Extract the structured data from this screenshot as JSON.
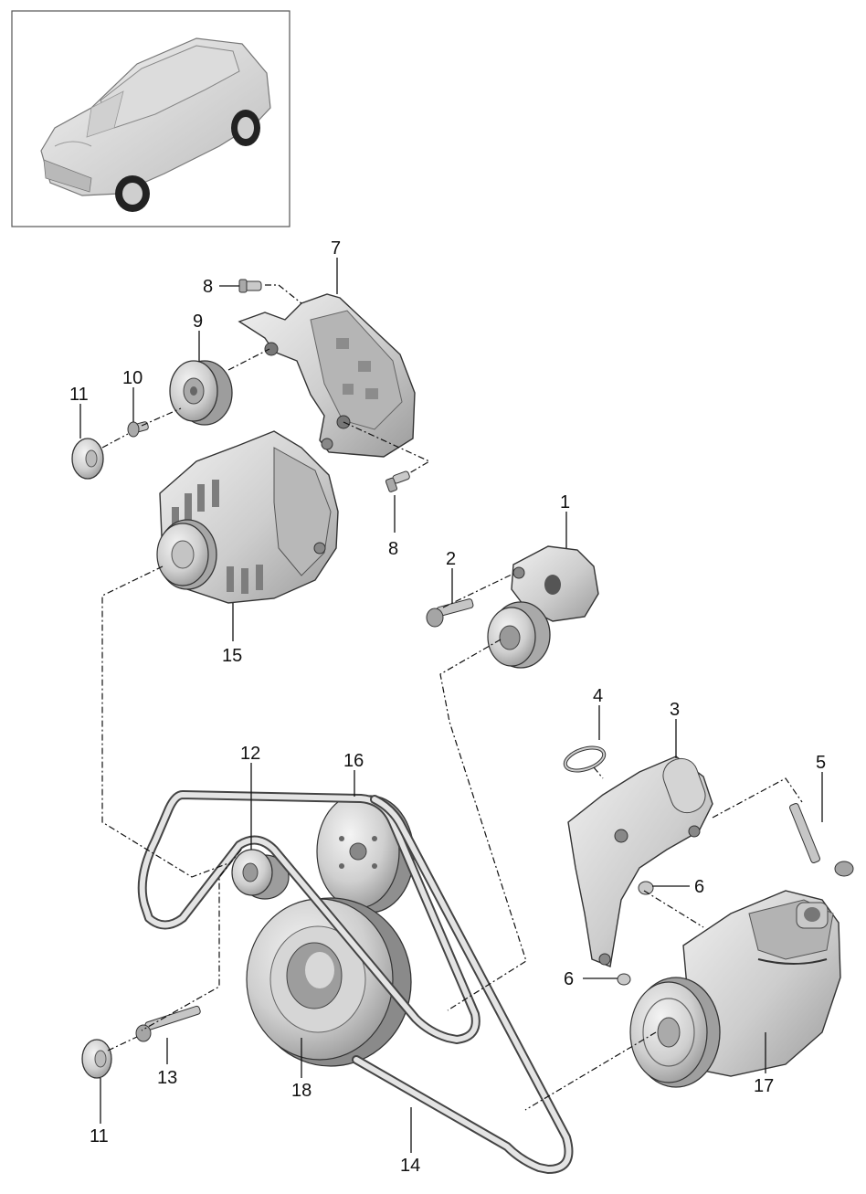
{
  "diagram": {
    "callouts": [
      {
        "id": "c7",
        "text": "7"
      },
      {
        "id": "c8a",
        "text": "8"
      },
      {
        "id": "c9",
        "text": "9"
      },
      {
        "id": "c10",
        "text": "10"
      },
      {
        "id": "c11a",
        "text": "11"
      },
      {
        "id": "c8b",
        "text": "8"
      },
      {
        "id": "c1",
        "text": "1"
      },
      {
        "id": "c2",
        "text": "2"
      },
      {
        "id": "c15",
        "text": "15"
      },
      {
        "id": "c4",
        "text": "4"
      },
      {
        "id": "c3",
        "text": "3"
      },
      {
        "id": "c5",
        "text": "5"
      },
      {
        "id": "c12",
        "text": "12"
      },
      {
        "id": "c16",
        "text": "16"
      },
      {
        "id": "c6a",
        "text": "6"
      },
      {
        "id": "c6b",
        "text": "6"
      },
      {
        "id": "c13",
        "text": "13"
      },
      {
        "id": "c18",
        "text": "18"
      },
      {
        "id": "c17",
        "text": "17"
      },
      {
        "id": "c11b",
        "text": "11"
      },
      {
        "id": "c14",
        "text": "14"
      }
    ]
  },
  "colors": {
    "line": "#111111",
    "part_light": "#e6e6e6",
    "part_mid": "#c4c4c4",
    "part_dark": "#8e8e8e",
    "background": "#ffffff"
  }
}
